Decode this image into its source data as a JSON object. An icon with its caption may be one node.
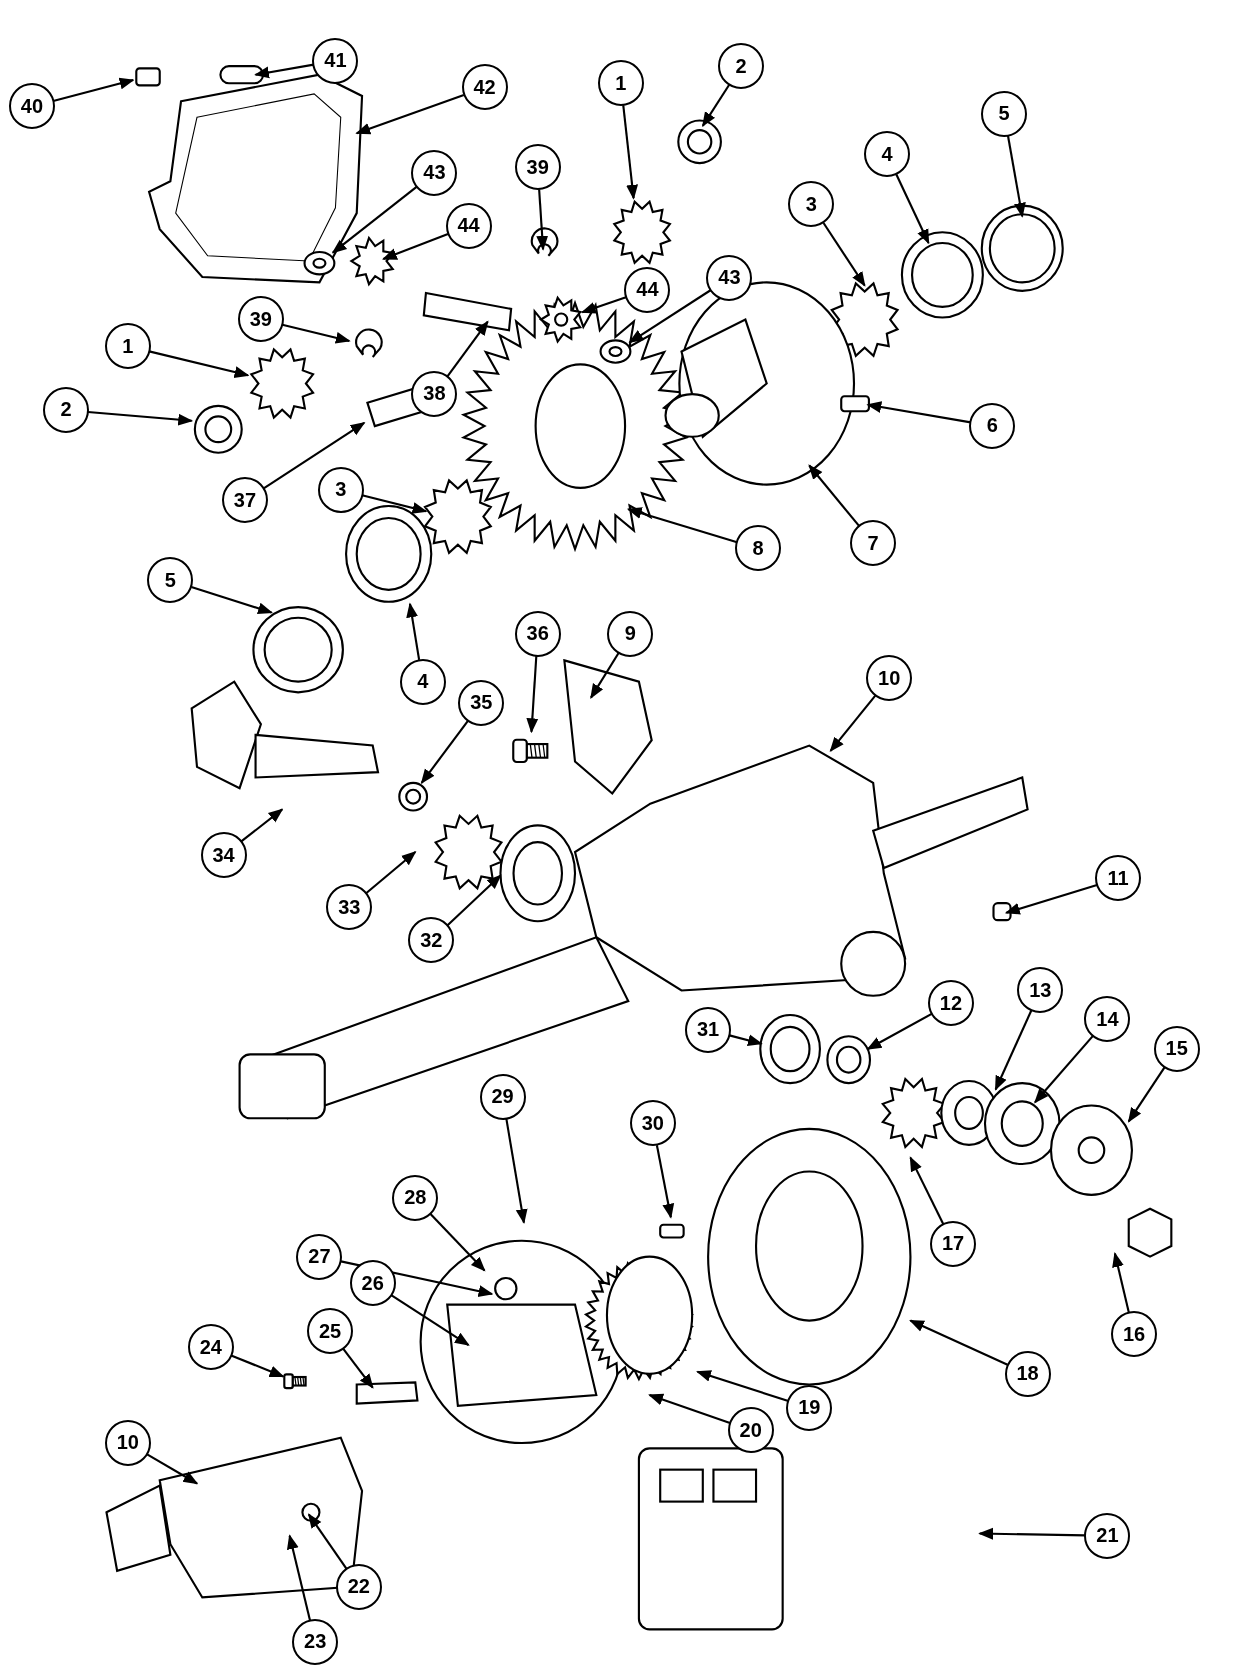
{
  "diagram": {
    "nodes": [
      {
        "text": [
          "40"
        ]
      },
      {
        "text": [
          "41"
        ]
      },
      {
        "text": [
          "42"
        ]
      },
      {
        "text": [
          "43"
        ]
      },
      {
        "text": [
          "44"
        ]
      },
      {
        "text": [
          "1"
        ]
      },
      {
        "text": [
          "2"
        ]
      },
      {
        "text": [
          "39"
        ]
      },
      {
        "text": [
          "5"
        ]
      },
      {
        "text": [
          "4"
        ]
      },
      {
        "text": [
          "3"
        ]
      },
      {
        "text": [
          "1"
        ]
      },
      {
        "text": [
          "39"
        ]
      },
      {
        "text": [
          "2"
        ]
      },
      {
        "text": [
          "44"
        ]
      },
      {
        "text": [
          "43"
        ]
      },
      {
        "text": [
          "38"
        ]
      },
      {
        "text": [
          "6"
        ]
      },
      {
        "text": [
          "37"
        ]
      },
      {
        "text": [
          "3"
        ]
      },
      {
        "text": [
          "8"
        ]
      },
      {
        "text": [
          "7"
        ]
      },
      {
        "text": [
          "5"
        ]
      },
      {
        "text": [
          "4"
        ]
      },
      {
        "text": [
          "36"
        ]
      },
      {
        "text": [
          "9"
        ]
      },
      {
        "text": [
          "10"
        ]
      },
      {
        "text": [
          "35"
        ]
      },
      {
        "text": [
          "34"
        ]
      },
      {
        "text": [
          "33"
        ]
      },
      {
        "text": [
          "11"
        ]
      },
      {
        "text": [
          "32"
        ]
      },
      {
        "text": [
          "31"
        ]
      },
      {
        "text": [
          "12"
        ]
      },
      {
        "text": [
          "13"
        ]
      },
      {
        "text": [
          "14"
        ]
      },
      {
        "text": [
          "15"
        ]
      },
      {
        "text": [
          "29"
        ]
      },
      {
        "text": [
          "30"
        ]
      },
      {
        "text": [
          "17"
        ]
      },
      {
        "text": [
          "28"
        ]
      },
      {
        "text": [
          "27"
        ]
      },
      {
        "text": [
          "26"
        ]
      },
      {
        "text": [
          "24"
        ]
      },
      {
        "text": [
          "25"
        ]
      },
      {
        "text": [
          "16"
        ]
      },
      {
        "text": [
          "18"
        ]
      },
      {
        "text": [
          "19"
        ]
      },
      {
        "text": [
          "20"
        ]
      },
      {
        "text": [
          "10"
        ]
      },
      {
        "text": [
          "21"
        ]
      },
      {
        "text": [
          "22"
        ]
      },
      {
        "text": [
          "23"
        ]
      },
      {
        "text": [],
        "shape": "picture"
      },
      {
        "text": [],
        "shape": "picture"
      },
      {
        "text": [],
        "shape": "picture"
      },
      {
        "text": [],
        "shape": "picture"
      },
      {
        "text": [],
        "shape": "picture"
      },
      {
        "text": [],
        "shape": "picture"
      }
    ],
    "edges": [
      {
        "from": 0,
        "to": null,
        "arrow": "to"
      },
      {
        "from": 1,
        "to": null,
        "arrow": "to"
      },
      {
        "from": 2,
        "to": null,
        "arrow": "to"
      },
      {
        "from": 3,
        "to": 53,
        "arrow": "to"
      },
      {
        "from": 4,
        "to": null,
        "arrow": "to"
      },
      {
        "from": 5,
        "to": null,
        "arrow": "to"
      },
      {
        "from": 6,
        "to": null,
        "arrow": "to"
      },
      {
        "from": 7,
        "to": null,
        "arrow": "to"
      },
      {
        "from": 8,
        "to": null,
        "arrow": "to"
      },
      {
        "from": 9,
        "to": null,
        "arrow": "to"
      },
      {
        "from": 10,
        "to": null,
        "arrow": "to"
      },
      {
        "from": 11,
        "to": 54,
        "arrow": "to"
      },
      {
        "from": 12,
        "to": null,
        "arrow": "to"
      },
      {
        "from": 13,
        "to": null,
        "arrow": "to"
      },
      {
        "from": 14,
        "to": 58,
        "arrow": "to"
      },
      {
        "from": 15,
        "to": 55,
        "arrow": "to"
      },
      {
        "from": 16,
        "to": null,
        "arrow": "to"
      },
      {
        "from": 17,
        "to": null,
        "arrow": "to"
      },
      {
        "from": 18,
        "to": null,
        "arrow": "to"
      },
      {
        "from": 19,
        "to": null,
        "arrow": "to"
      },
      {
        "from": 20,
        "to": null,
        "arrow": "to"
      },
      {
        "from": 21,
        "to": null,
        "arrow": "to"
      },
      {
        "from": 22,
        "to": null,
        "arrow": "to"
      },
      {
        "from": 23,
        "to": null,
        "arrow": "to"
      },
      {
        "from": 24,
        "to": 56,
        "arrow": "to"
      },
      {
        "from": 25,
        "to": null,
        "arrow": "to"
      },
      {
        "from": 26,
        "to": null,
        "arrow": "to"
      },
      {
        "from": 27,
        "to": null,
        "arrow": "to"
      },
      {
        "from": 28,
        "to": null,
        "arrow": "to"
      },
      {
        "from": 29,
        "to": null,
        "arrow": "to"
      },
      {
        "from": 30,
        "to": null,
        "arrow": "to"
      },
      {
        "from": 31,
        "to": null,
        "arrow": "to"
      },
      {
        "from": 32,
        "to": null,
        "arrow": "to"
      },
      {
        "from": 33,
        "to": null,
        "arrow": "to"
      },
      {
        "from": 34,
        "to": null,
        "arrow": "to"
      },
      {
        "from": 35,
        "to": null,
        "arrow": "to"
      },
      {
        "from": 36,
        "to": null,
        "arrow": "to"
      },
      {
        "from": 37,
        "to": null,
        "arrow": "to"
      },
      {
        "from": 38,
        "to": null,
        "arrow": "to"
      },
      {
        "from": 39,
        "to": null,
        "arrow": "to"
      },
      {
        "from": 40,
        "to": null,
        "arrow": "to"
      },
      {
        "from": 41,
        "to": null,
        "arrow": "to"
      },
      {
        "from": 42,
        "to": null,
        "arrow": "to"
      },
      {
        "from": 43,
        "to": 57,
        "arrow": "to"
      },
      {
        "from": 44,
        "to": null,
        "arrow": "to"
      },
      {
        "from": 45,
        "to": null,
        "arrow": "to"
      },
      {
        "from": 46,
        "to": null,
        "arrow": "to"
      },
      {
        "from": 47,
        "to": null,
        "arrow": "to"
      },
      {
        "from": 48,
        "to": null,
        "arrow": "to"
      },
      {
        "from": 49,
        "to": null,
        "arrow": "to"
      },
      {
        "from": 50,
        "to": null,
        "arrow": "to"
      },
      {
        "from": 51,
        "to": null,
        "arrow": "to"
      },
      {
        "from": 52,
        "to": null,
        "arrow": "to"
      }
    ]
  }
}
